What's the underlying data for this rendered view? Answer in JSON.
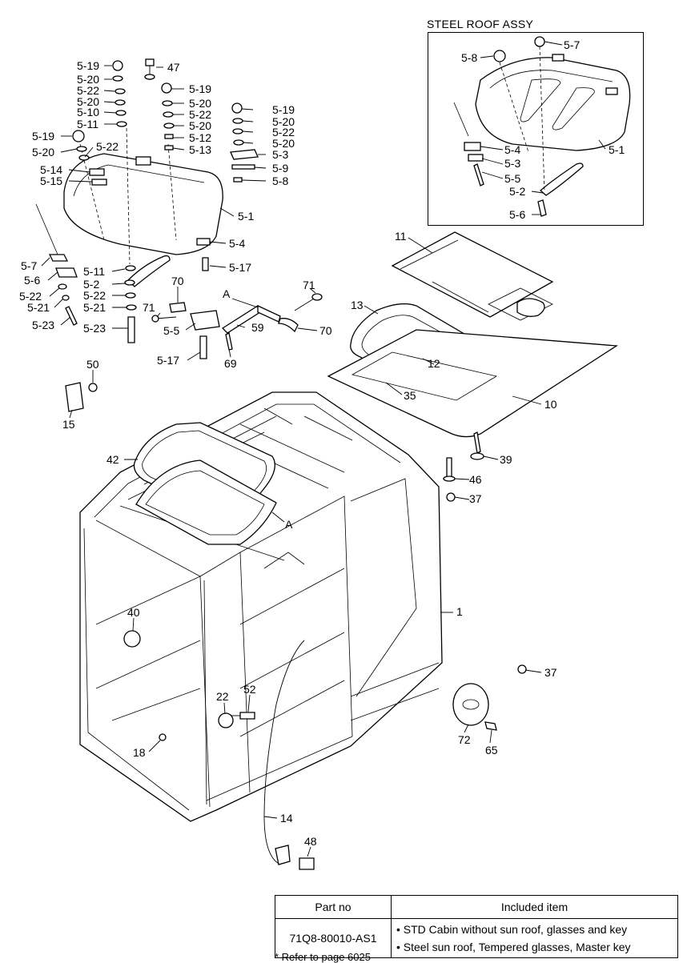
{
  "assy_box": {
    "title": "STEEL ROOF ASSY"
  },
  "labels": {
    "l5_19a": "5-19",
    "l5_20a": "5-20",
    "l5_22a": "5-22",
    "l5_20b": "5-20",
    "l5_10": "5-10",
    "l5_11a": "5-11",
    "l5_19b": "5-19",
    "l5_20c": "5-20",
    "l5_22b": "5-22",
    "l47": "47",
    "l5_19c": "5-19",
    "l5_20d": "5-20",
    "l5_22c": "5-22",
    "l5_20e": "5-20",
    "l5_12": "5-12",
    "l5_13": "5-13",
    "l5_19d": "5-19",
    "l5_20f": "5-20",
    "l5_22d": "5-22",
    "l5_20g": "5-20",
    "l5_3": "5-3",
    "l5_9": "5-9",
    "l5_8": "5-8",
    "l5_14": "5-14",
    "l5_15": "5-15",
    "l5_1": "5-1",
    "l5_4": "5-4",
    "l5_17a": "5-17",
    "l5_7": "5-7",
    "l5_6": "5-6",
    "l5_22e": "5-22",
    "l5_21a": "5-21",
    "l5_23a": "5-23",
    "l5_11b": "5-11",
    "l5_2": "5-2",
    "l5_22f": "5-22",
    "l5_21b": "5-21",
    "l5_23b": "5-23",
    "l70a": "70",
    "l71a": "71",
    "l5_5": "5-5",
    "l5_17b": "5-17",
    "lA1": "A",
    "l71b": "71",
    "l59": "59",
    "l69": "69",
    "l70b": "70",
    "l50": "50",
    "l15": "15",
    "l11": "11",
    "l13": "13",
    "l12": "12",
    "l35": "35",
    "l10": "10",
    "l39": "39",
    "l46": "46",
    "l37a": "37",
    "l42": "42",
    "lA2": "A",
    "l1": "1",
    "l40": "40",
    "l37b": "37",
    "l22": "22",
    "l52": "52",
    "l18": "18",
    "l72": "72",
    "l65": "65",
    "l14": "14",
    "l48": "48",
    "s5_7": "5-7",
    "s5_8": "5-8",
    "s5_1": "5-1",
    "s5_4": "5-4",
    "s5_3": "5-3",
    "s5_5": "5-5",
    "s5_2": "5-2",
    "s5_6": "5-6"
  },
  "table": {
    "headers": [
      "Part no",
      "Included item"
    ],
    "part_no": "71Q8-80010-AS1",
    "items": [
      "• STD Cabin without sun roof, glasses and key",
      "• Steel sun roof, Tempered glasses, Master key"
    ]
  },
  "footnote": "* Refer to page 6025"
}
